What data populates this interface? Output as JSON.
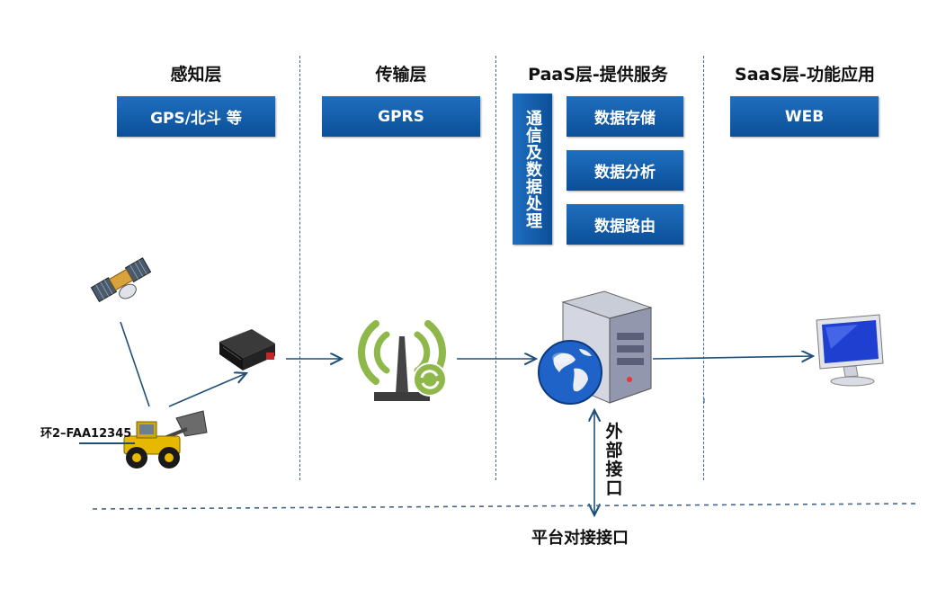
{
  "layers": {
    "sensing": {
      "title": "感知层",
      "box": "GPS/北斗 等"
    },
    "transport": {
      "title": "传输层",
      "box": "GPRS"
    },
    "paas": {
      "title": "PaaS层-提供服务",
      "side": "通信及数据处理",
      "services": [
        "数据存储",
        "数据分析",
        "数据路由"
      ]
    },
    "saas": {
      "title": "SaaS层-功能应用",
      "box": "WEB"
    }
  },
  "labels": {
    "vehicle_id": "环2–FAA12345",
    "external": "外部接口",
    "platform": "平台对接接口"
  },
  "colors": {
    "box": "#0b5aa6",
    "line": "#1f4e79",
    "signal": "#8fb84a"
  },
  "icons": [
    "satellite-icon",
    "gps-tracker-icon",
    "loader-vehicle-icon",
    "antenna-icon",
    "server-icon",
    "globe-icon",
    "monitor-icon"
  ]
}
